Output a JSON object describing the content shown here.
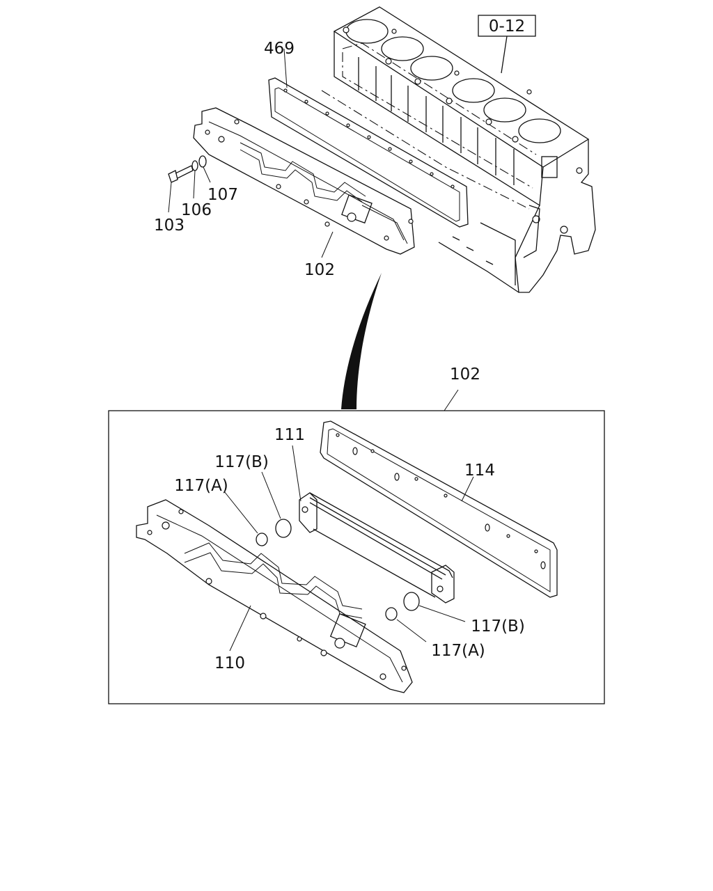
{
  "diagram": {
    "ref_box": "0-12",
    "callouts": {
      "gasket_block": "469",
      "bolt": "103",
      "washer": "106",
      "ring": "107",
      "cooler_assembly_top": "102",
      "cooler_assembly_detail": "102",
      "element": "111",
      "gasket_element": "114",
      "cover": "110",
      "oring_b_left": "117(B)",
      "oring_a_left": "117(A)",
      "oring_b_right": "117(B)",
      "oring_a_right": "117(A)"
    }
  }
}
